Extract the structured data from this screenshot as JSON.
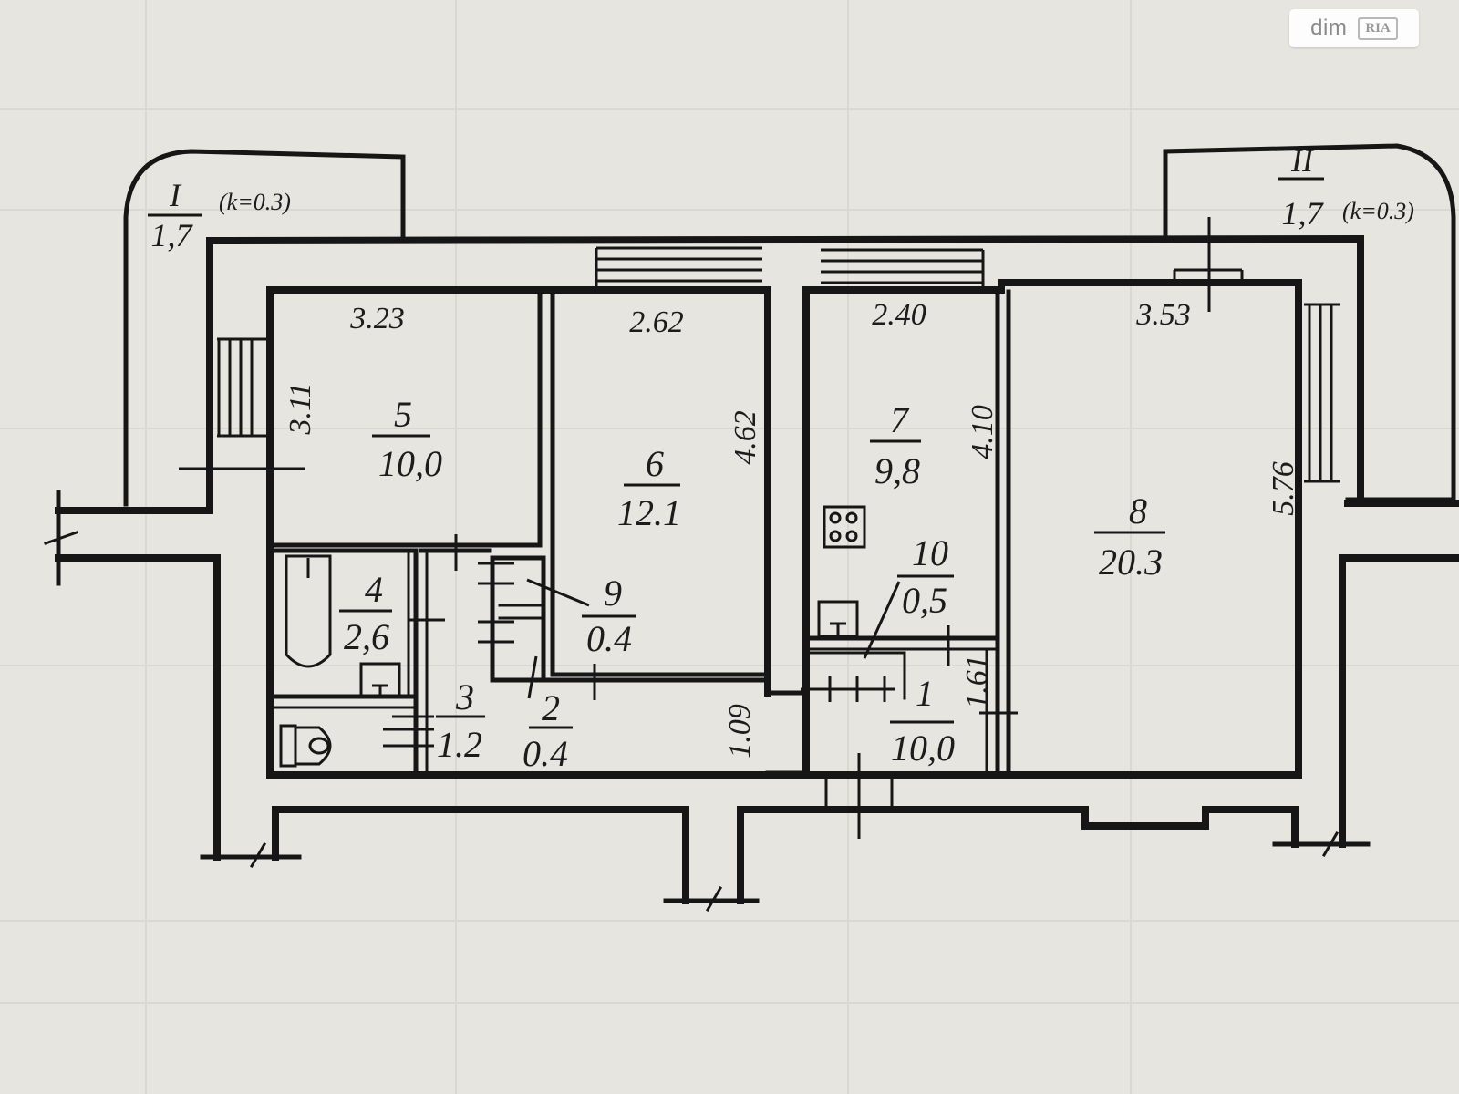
{
  "watermark": {
    "text": "dim",
    "badge": "RIA"
  },
  "balconies": [
    {
      "id": "I",
      "area": "1,7",
      "coef": "(k=0.3)"
    },
    {
      "id": "II",
      "area": "1,7",
      "coef": "(k=0.3)"
    }
  ],
  "rooms": [
    {
      "num": "1",
      "area": "10,0"
    },
    {
      "num": "2",
      "area": "0.4"
    },
    {
      "num": "3",
      "area": "1.2"
    },
    {
      "num": "4",
      "area": "2,6"
    },
    {
      "num": "5",
      "area": "10,0"
    },
    {
      "num": "6",
      "area": "12.1"
    },
    {
      "num": "7",
      "area": "9,8"
    },
    {
      "num": "8",
      "area": "20.3"
    },
    {
      "num": "9",
      "area": "0.4"
    },
    {
      "num": "10",
      "area": "0,5"
    }
  ],
  "dimensions": {
    "room5_width": "3.23",
    "room5_depth": "3.11",
    "room6_width": "2.62",
    "room6_depth": "4.62",
    "room7_width": "2.40",
    "room7_depth": "4.10",
    "room8_width": "3.53",
    "room8_depth": "5.76",
    "corridor_depth": "1.09",
    "hall_depth": "1.61"
  }
}
